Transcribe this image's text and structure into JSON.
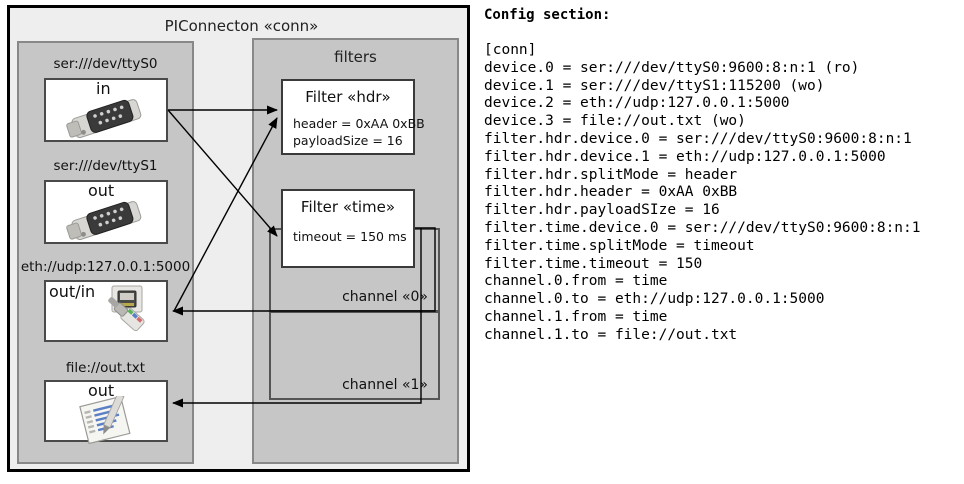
{
  "diagram": {
    "outer_title": "PIConnecton «conn»",
    "devices_group": {
      "items": [
        {
          "label": "ser:///dev/ttyS0",
          "direction": "in",
          "icon": "serial-connector-icon"
        },
        {
          "label": "ser:///dev/ttyS1",
          "direction": "out",
          "icon": "serial-connector-icon"
        },
        {
          "label": "eth://udp:127.0.0.1:5000",
          "direction": "out/in",
          "icon": "ethernet-plug-icon"
        },
        {
          "label": "file://out.txt",
          "direction": "out",
          "icon": "text-file-icon"
        }
      ]
    },
    "filters_group": {
      "title": "filters",
      "filters": [
        {
          "title": "Filter «hdr»",
          "props": [
            "header = 0xAA 0xBB",
            "payloadSize = 16"
          ]
        },
        {
          "title": "Filter «time»",
          "props": [
            "timeout = 150 ms"
          ]
        }
      ],
      "channels": [
        {
          "label": "channel «0»"
        },
        {
          "label": "channel «1»"
        }
      ]
    },
    "colors": {
      "outer_bg": "#eeeeee",
      "group_bg": "#c6c6c6",
      "box_bg": "#ffffff",
      "frame_stroke": "#000000",
      "wire_stroke": "#000000"
    }
  },
  "config": {
    "heading": "Config section:",
    "lines": [
      "[conn]",
      "device.0 = ser:///dev/ttyS0:9600:8:n:1 (ro)",
      "device.1 = ser:///dev/ttyS1:115200 (wo)",
      "device.2 = eth://udp:127.0.0.1:5000",
      "device.3 = file://out.txt (wo)",
      "filter.hdr.device.0 = ser:///dev/ttyS0:9600:8:n:1",
      "filter.hdr.device.1 = eth://udp:127.0.0.1:5000",
      "filter.hdr.splitMode = header",
      "filter.hdr.header = 0xAA 0xBB",
      "filter.hdr.payloadSIze = 16",
      "filter.time.device.0 = ser:///dev/ttyS0:9600:8:n:1",
      "filter.time.splitMode = timeout",
      "filter.time.timeout = 150",
      "channel.0.from = time",
      "channel.0.to = eth://udp:127.0.0.1:5000",
      "channel.1.from = time",
      "channel.1.to = file://out.txt"
    ]
  }
}
